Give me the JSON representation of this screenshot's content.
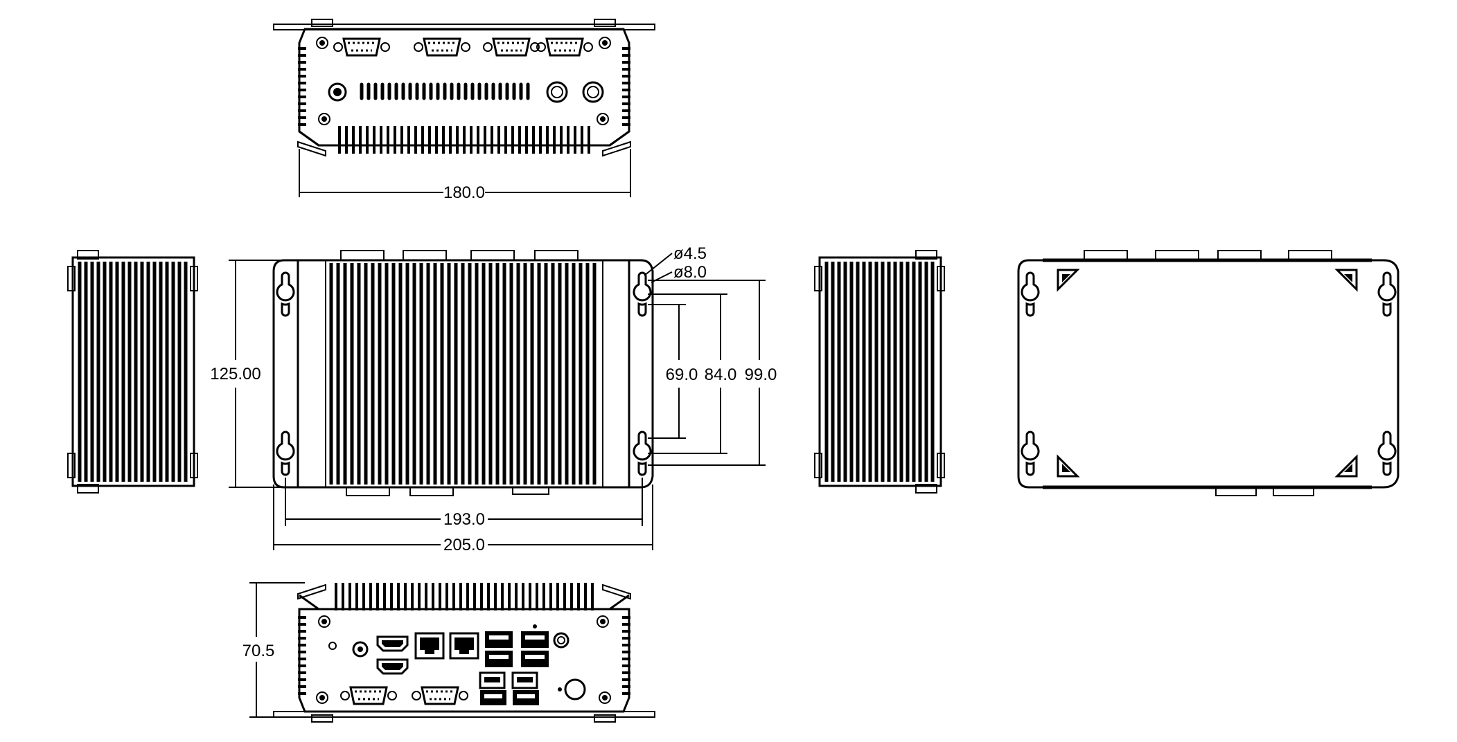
{
  "drawing": {
    "top_view": {
      "width_dim": "180.0"
    },
    "front_view": {
      "height_dim": "125.00",
      "inner_width_dim": "193.0",
      "outer_width_dim": "205.0",
      "hole_small": "ø4.5",
      "hole_large": "ø8.0",
      "hole_spacing_1": "69.0",
      "hole_spacing_2": "84.0",
      "hole_spacing_3": "99.0"
    },
    "bottom_view": {
      "height_dim": "70.5"
    }
  }
}
